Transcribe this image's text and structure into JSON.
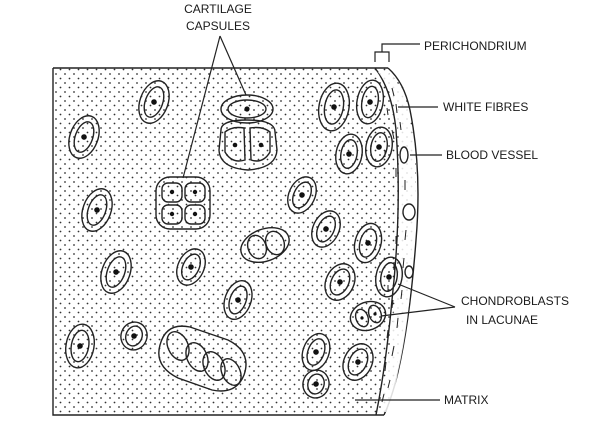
{
  "labels": {
    "cartilage_capsules_line1": "CARTILAGE",
    "cartilage_capsules_line2": "CAPSULES",
    "perichondrium": "PERICHONDRIUM",
    "white_fibres": "WHITE FIBRES",
    "blood_vessel": "BLOOD VESSEL",
    "chondroblasts_line1": "CHONDROBLASTS",
    "chondroblasts_line2": "IN LACUNAE",
    "matrix": "MATRIX"
  }
}
